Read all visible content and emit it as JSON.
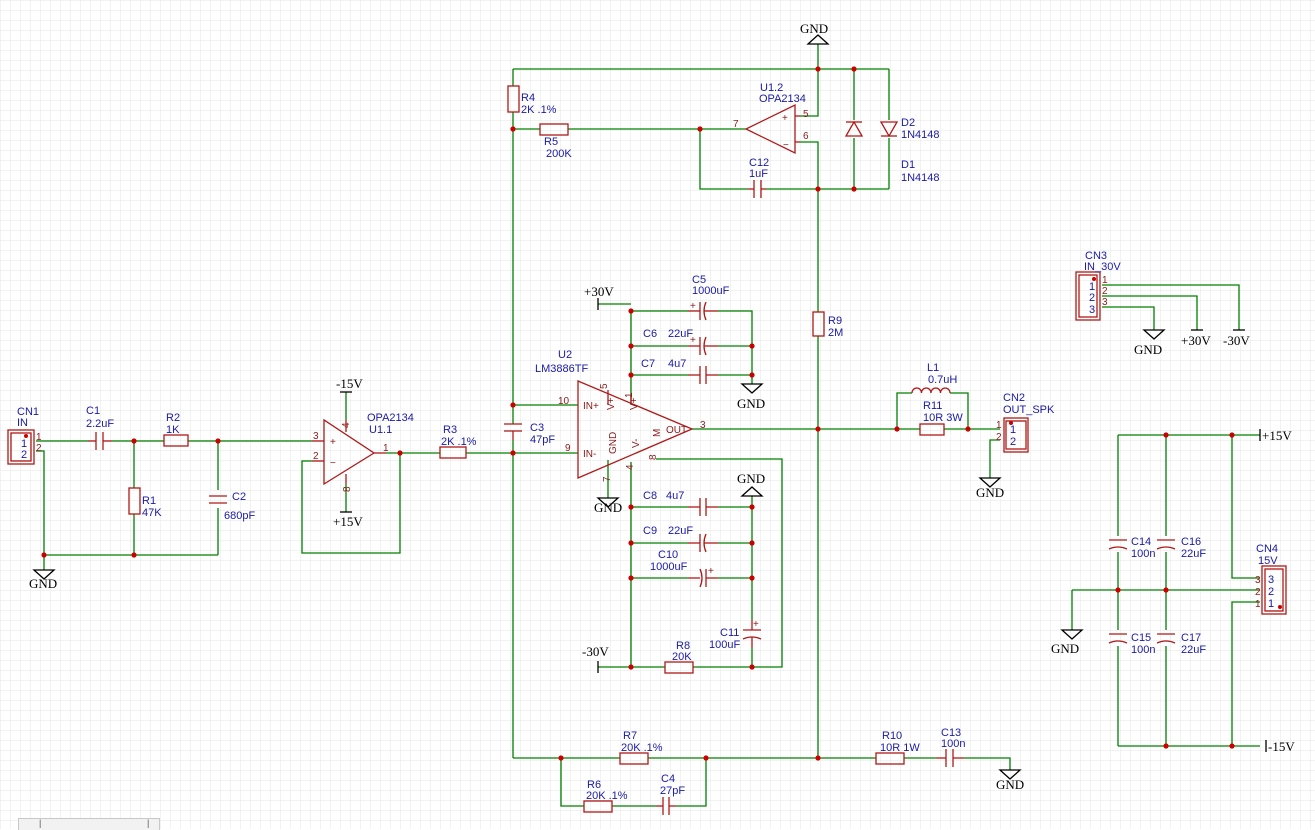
{
  "components": {
    "CN1": {
      "ref": "CN1",
      "value": "IN",
      "p1": "1",
      "p2": "2"
    },
    "C1": {
      "ref": "C1",
      "value": "2.2uF"
    },
    "R2": {
      "ref": "R2",
      "value": "1K"
    },
    "R1": {
      "ref": "R1",
      "value": "47K"
    },
    "C2": {
      "ref": "C2",
      "value": "680pF"
    },
    "U11": {
      "ref": "U1.1",
      "value": "OPA2134",
      "p3": "3",
      "p2": "2",
      "p1": "1",
      "p4": "4",
      "p8": "8"
    },
    "R3": {
      "ref": "R3",
      "value": "2K .1%"
    },
    "C3": {
      "ref": "C3",
      "value": "47pF"
    },
    "R4": {
      "ref": "R4",
      "value": "2K .1%"
    },
    "R5": {
      "ref": "R5",
      "value": "200K"
    },
    "U12": {
      "ref": "U1.2",
      "value": "OPA2134",
      "p5": "5",
      "p6": "6",
      "p7": "7"
    },
    "C12": {
      "ref": "C12",
      "value": "1uF"
    },
    "D1": {
      "ref": "D1",
      "value": "1N4148"
    },
    "D2": {
      "ref": "D2",
      "value": "1N4148"
    },
    "R9": {
      "ref": "R9",
      "value": "2M"
    },
    "U2": {
      "ref": "U2",
      "value": "LM3886TF",
      "in_plus": "IN+",
      "in_minus": "IN-",
      "vplus_a": "V+",
      "vplus_b": "V+",
      "vminus": "V-",
      "gnd": "GND",
      "mute": "M",
      "out": "OUT",
      "p10": "10",
      "p9": "9",
      "p5": "5",
      "p1": "1",
      "p4": "4",
      "p7": "7",
      "p8": "8",
      "p3": "3"
    },
    "C5": {
      "ref": "C5",
      "value": "1000uF"
    },
    "C6": {
      "ref": "C6",
      "value": "22uF"
    },
    "C7": {
      "ref": "C7",
      "value": "4u7"
    },
    "C8": {
      "ref": "C8",
      "value": "4u7"
    },
    "C9": {
      "ref": "C9",
      "value": "22uF"
    },
    "C10": {
      "ref": "C10",
      "value": "1000uF"
    },
    "C11": {
      "ref": "C11",
      "value": "100uF"
    },
    "R8": {
      "ref": "R8",
      "value": "20K"
    },
    "L1": {
      "ref": "L1",
      "value": "0.7uH"
    },
    "R11": {
      "ref": "R11",
      "value": "10R 3W"
    },
    "CN2": {
      "ref": "CN2",
      "value": "OUT_SPK",
      "p1": "1",
      "p2": "2"
    },
    "R7": {
      "ref": "R7",
      "value": "20K .1%"
    },
    "R6": {
      "ref": "R6",
      "value": "20K .1%"
    },
    "C4": {
      "ref": "C4",
      "value": "27pF"
    },
    "R10": {
      "ref": "R10",
      "value": "10R 1W"
    },
    "C13": {
      "ref": "C13",
      "value": "100n"
    },
    "CN3": {
      "ref": "CN3",
      "value": "IN_30V",
      "p1": "1",
      "p2": "2",
      "p3": "3"
    },
    "C14": {
      "ref": "C14",
      "value": "100n"
    },
    "C15": {
      "ref": "C15",
      "value": "100n"
    },
    "C16": {
      "ref": "C16",
      "value": "22uF"
    },
    "C17": {
      "ref": "C17",
      "value": "22uF"
    },
    "CN4": {
      "ref": "CN4",
      "value": "15V",
      "p1": "1",
      "p2": "2",
      "p3": "3"
    }
  },
  "power": {
    "gnd": "GND",
    "neg15": "-15V",
    "pos15": "+15V",
    "pos30": "+30V",
    "neg30": "-30V",
    "pos15_cn4": "+15V",
    "neg15_cn4": "-15V"
  },
  "colors": {
    "wire": "#008000",
    "component": "#b01818",
    "label": "#1a1aa6",
    "power": "#000000",
    "junction": "#cc0000",
    "grid": "#e6e6e6"
  }
}
